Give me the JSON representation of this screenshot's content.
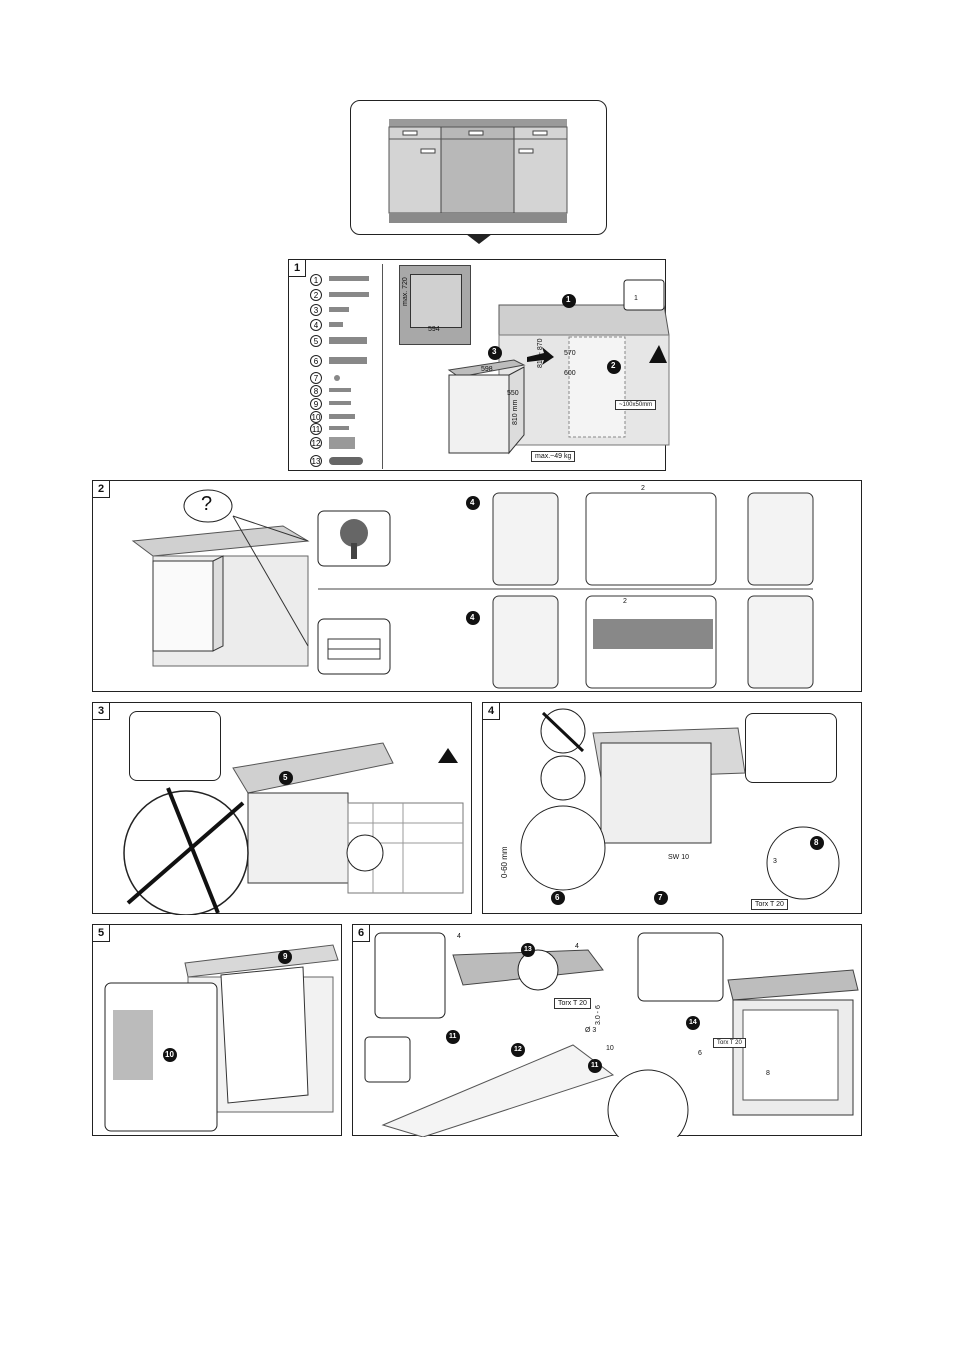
{
  "panels": [
    {
      "num": "1"
    },
    {
      "num": "2"
    },
    {
      "num": "3"
    },
    {
      "num": "4"
    },
    {
      "num": "5"
    },
    {
      "num": "6"
    }
  ],
  "parts": [
    "1",
    "2",
    "3",
    "4",
    "5",
    "6",
    "7",
    "8",
    "9",
    "10",
    "11",
    "12",
    "13"
  ],
  "panel1": {
    "niche_height": "max. 720",
    "niche_width": "594",
    "width_598": "598",
    "depth_550": "550",
    "height_810": "810 mm",
    "height_range": "810 - 870",
    "dim_570": "570",
    "dim_600": "600",
    "cutout": "~100x50mm",
    "weight": "max.~49 kg",
    "steps": [
      "1",
      "2",
      "3"
    ],
    "callout_part": "1"
  },
  "panel2": {
    "question": "?",
    "step": "4",
    "part_top": "2",
    "part_bottom": "2"
  },
  "panel3": {
    "step": "5"
  },
  "panel4": {
    "range": "0-60 mm",
    "wrench": "SW 10",
    "tool": "Torx T 20",
    "steps": [
      "6",
      "7",
      "8"
    ],
    "part": "3"
  },
  "panel5": {
    "steps": [
      "9",
      "10"
    ]
  },
  "panel6": {
    "tool": "Torx T 20",
    "tool2": "Torx T 20",
    "screw_len": "3.0 - 6",
    "hole": "Ø 3",
    "hole_depth": "10",
    "parts": [
      "4",
      "4",
      "6",
      "8"
    ],
    "steps": [
      "11",
      "12",
      "13",
      "14",
      "11"
    ]
  }
}
